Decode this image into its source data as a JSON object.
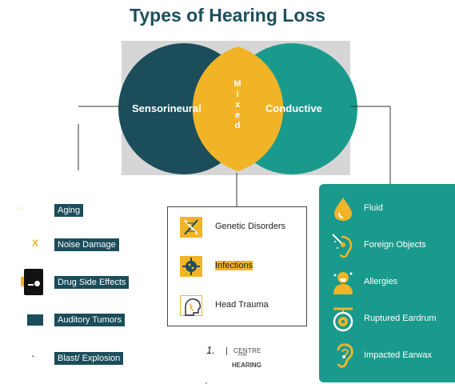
{
  "title": "Types of Hearing Loss",
  "colors": {
    "sensorineural": "#1b4d5b",
    "conductive": "#1a9a8d",
    "mixed": "#f2b427",
    "title": "#1d4f5c"
  },
  "venn": {
    "left_label": "Sensorineural",
    "right_label": "Conductive",
    "overlap_letters": [
      "M",
      "i",
      "x",
      "e",
      "d"
    ]
  },
  "sensorineural_causes": [
    {
      "label": "Aging",
      "marker": "-"
    },
    {
      "label": "Noise Damage",
      "marker": "X"
    },
    {
      "label": "Drug Side Effects",
      "marker": ""
    },
    {
      "label": "Auditory Tumors",
      "marker": ","
    },
    {
      "label": "Blast/ Explosion",
      "marker": "•"
    }
  ],
  "mixed_causes": [
    {
      "label": "Genetic Disorders",
      "icon": "dna-icon"
    },
    {
      "label": "Infections",
      "icon": "virus-icon"
    },
    {
      "label": "Head Trauma",
      "icon": "head-injury-icon"
    }
  ],
  "conductive_causes": [
    {
      "label": "Fluid",
      "icon": "droplet-icon"
    },
    {
      "label": "Foreign Objects",
      "icon": "cotton-swab-ear-icon"
    },
    {
      "label": "Allergies",
      "icon": "allergy-person-icon"
    },
    {
      "label": "Ruptured Eardrum",
      "icon": "eardrum-icon"
    },
    {
      "label": "Impacted Earwax",
      "icon": "ear-icon"
    }
  ],
  "footer": {
    "number": "1.",
    "line1": "CENTRE",
    "line1_small": "FOR",
    "line2": "HEARING"
  }
}
